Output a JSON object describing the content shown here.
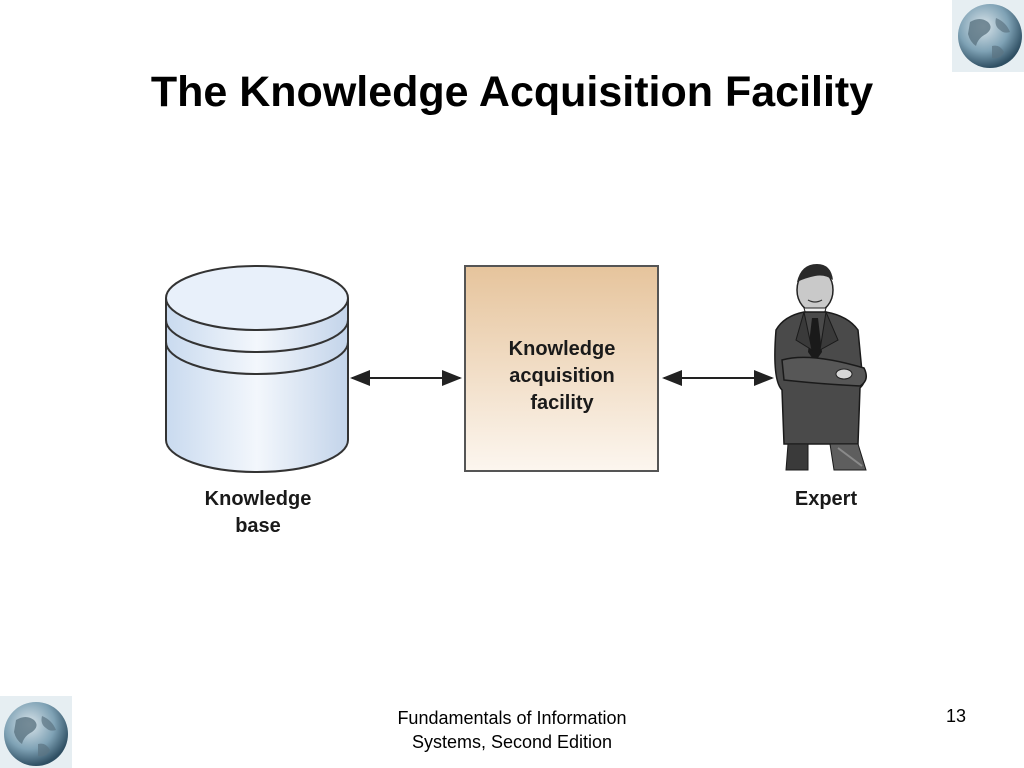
{
  "slide": {
    "title": "The Knowledge Acquisition Facility",
    "footer_line1": "Fundamentals of Information",
    "footer_line2": "Systems, Second Edition",
    "page_number": "13"
  },
  "diagram": {
    "knowledge_base_label_line1": "Knowledge",
    "knowledge_base_label_line2": "base",
    "facility_label_line1": "Knowledge",
    "facility_label_line2": "acquisition",
    "facility_label_line3": "facility",
    "expert_label": "Expert"
  },
  "colors": {
    "cylinder_fill": "#dde9f7",
    "box_top": "#e8c9a3",
    "box_bottom": "#fbf5ee",
    "suit": "#4a4a4a"
  },
  "icons": {
    "top_right": "globe-icon",
    "bottom_left": "globe-icon"
  }
}
